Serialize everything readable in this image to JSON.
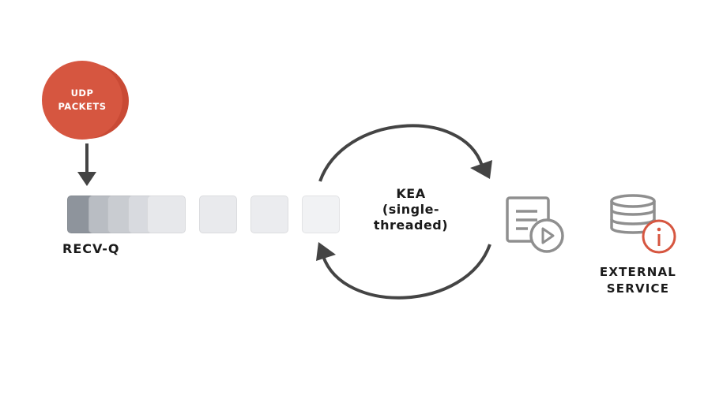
{
  "source": {
    "label_line1": "UDP",
    "label_line2": "PACKETS",
    "color": "#d65640"
  },
  "queue": {
    "label": "RECV-Q",
    "stacked_boxes": [
      {
        "color": "#8e949c"
      },
      {
        "color": "#b9bdc3"
      },
      {
        "color": "#c9ccd1"
      },
      {
        "color": "#d8dadf"
      },
      {
        "color": "#e7e8eb"
      }
    ],
    "spaced_boxes": [
      {
        "color": "#e9eaed"
      },
      {
        "color": "#ebecef"
      },
      {
        "color": "#f1f2f4"
      }
    ]
  },
  "processor": {
    "line1": "KEA",
    "line2": "(single-",
    "line3": "threaded)"
  },
  "task_icon": {
    "name": "document-play-icon",
    "color": "#8f8f8f"
  },
  "external": {
    "line1": "EXTERNAL",
    "line2": "SERVICE",
    "icon": "database-info-icon",
    "db_color": "#8f8f8f",
    "info_color": "#d65640"
  },
  "colors": {
    "arrow": "#444444",
    "text": "#1a1a1a"
  }
}
